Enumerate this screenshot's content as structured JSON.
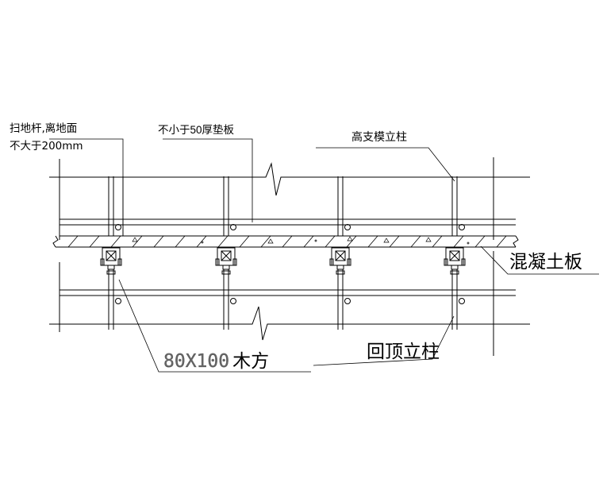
{
  "labels": {
    "sweep_rod_line1": "扫地杆,离地面",
    "sweep_rod_line2": "不大于200mm",
    "pad_prefix": "不小于",
    "pad_number": "50",
    "pad_suffix": "厚垫板",
    "high_formwork_post": "高支模立柱",
    "concrete_slab": "混凝土板",
    "timber_size": "80X100",
    "timber_word": "木方",
    "back_prop_post": "回顶立柱"
  },
  "colors": {
    "line": "#000000",
    "background": "#ffffff",
    "slab_hatch": "#000000"
  }
}
